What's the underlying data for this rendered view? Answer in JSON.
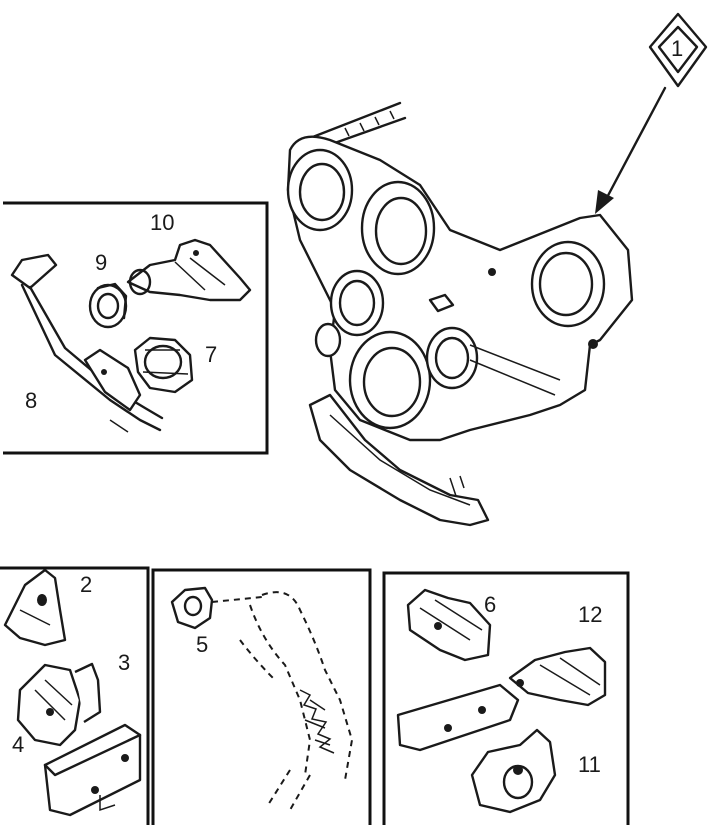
{
  "callout": {
    "number": "1"
  },
  "labels": {
    "l2": "2",
    "l3": "3",
    "l4": "4",
    "l5": "5",
    "l6": "6",
    "l7": "7",
    "l8": "8",
    "l9": "9",
    "l10": "10",
    "l11": "11",
    "l12": "12"
  }
}
